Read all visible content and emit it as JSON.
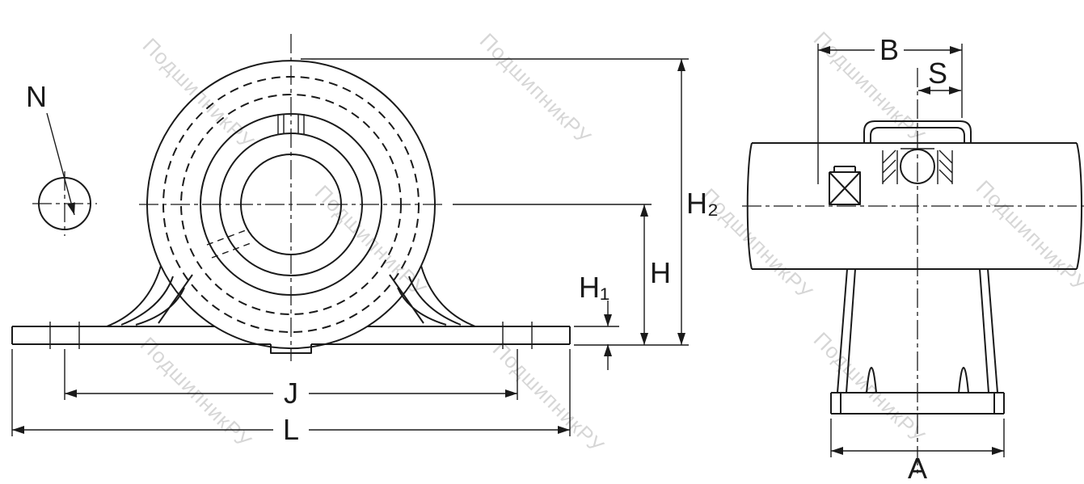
{
  "watermark": {
    "text": "ПодшипникРУ"
  },
  "labels": {
    "n": "N",
    "b": "B",
    "s": "S",
    "h2": "H₂",
    "h": "H",
    "h1": "H₁",
    "j": "J",
    "l": "L",
    "a": "A"
  },
  "colors": {
    "line": "#1a1a1a",
    "watermark": "rgba(0,0,0,0.16)",
    "background": "#ffffff"
  }
}
